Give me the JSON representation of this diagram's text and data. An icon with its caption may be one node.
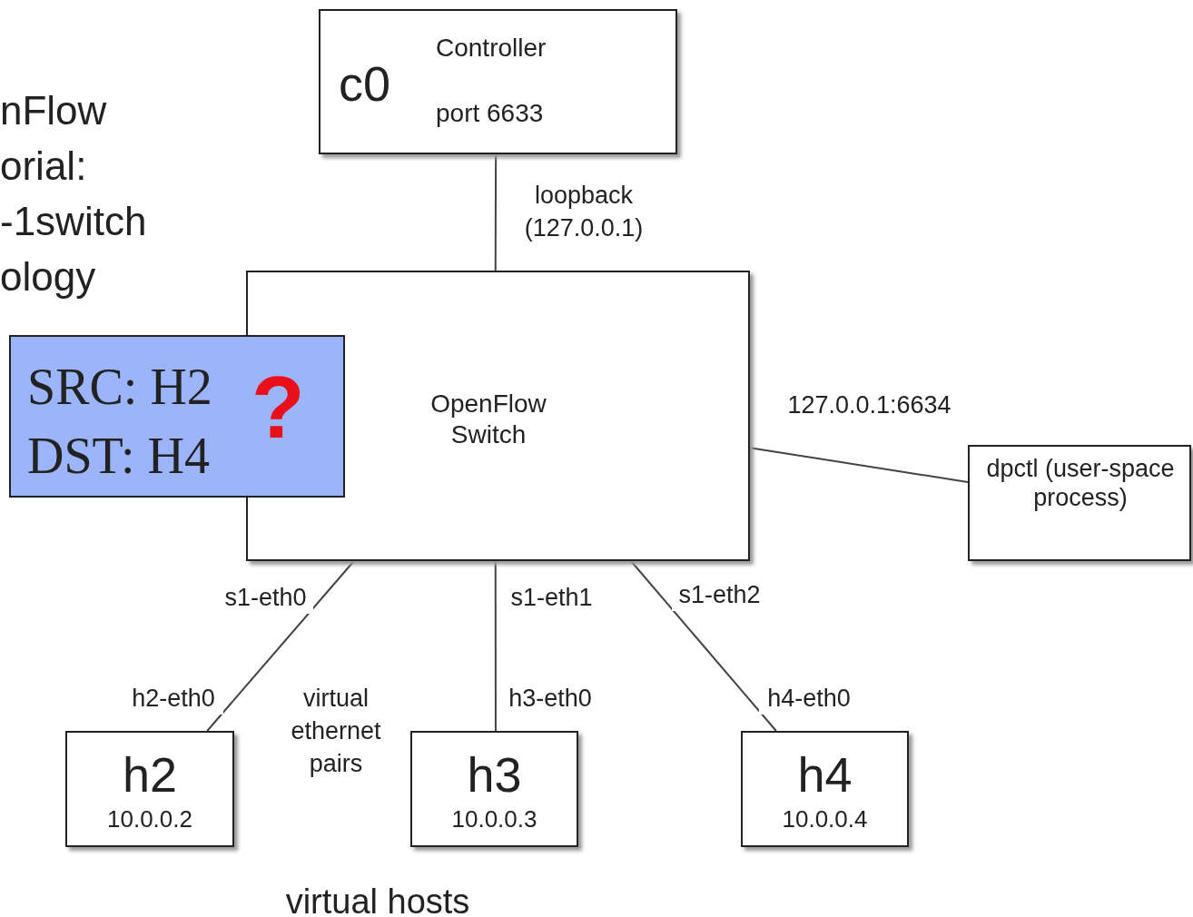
{
  "diagram": {
    "nodes": [
      {
        "text": [
          "c0",
          "Controller",
          "port 6633"
        ]
      },
      {
        "text": [
          "OpenFlow Switch"
        ]
      },
      {
        "text": [
          "SRC: H2 DST: H4",
          "?"
        ]
      },
      {
        "text": [
          "dpctl (user-space process)"
        ]
      },
      {
        "text": [
          "h2",
          "10.0.0.2"
        ]
      },
      {
        "text": [
          "h3",
          "10.0.0.3"
        ]
      },
      {
        "text": [
          "h4",
          "10.0.0.4"
        ]
      }
    ],
    "edges": [
      {
        "from": 0,
        "to": 1,
        "arrow": "none",
        "label": "loopback (127.0.0.1)"
      },
      {
        "from": 1,
        "to": 3,
        "arrow": "none",
        "label": "127.0.0.1:6634"
      },
      {
        "from": 1,
        "to": 4,
        "arrow": "none"
      },
      {
        "from": 1,
        "to": 5,
        "arrow": "none"
      },
      {
        "from": 1,
        "to": 6,
        "arrow": "none"
      }
    ],
    "labels": [
      "nFlow orial: -1switch ology",
      "s1-eth0",
      "s1-eth1",
      "s1-eth2",
      "h2-eth0",
      "virtual ethernet pairs",
      "h3-eth0",
      "h4-eth0",
      "virtual hosts"
    ]
  }
}
